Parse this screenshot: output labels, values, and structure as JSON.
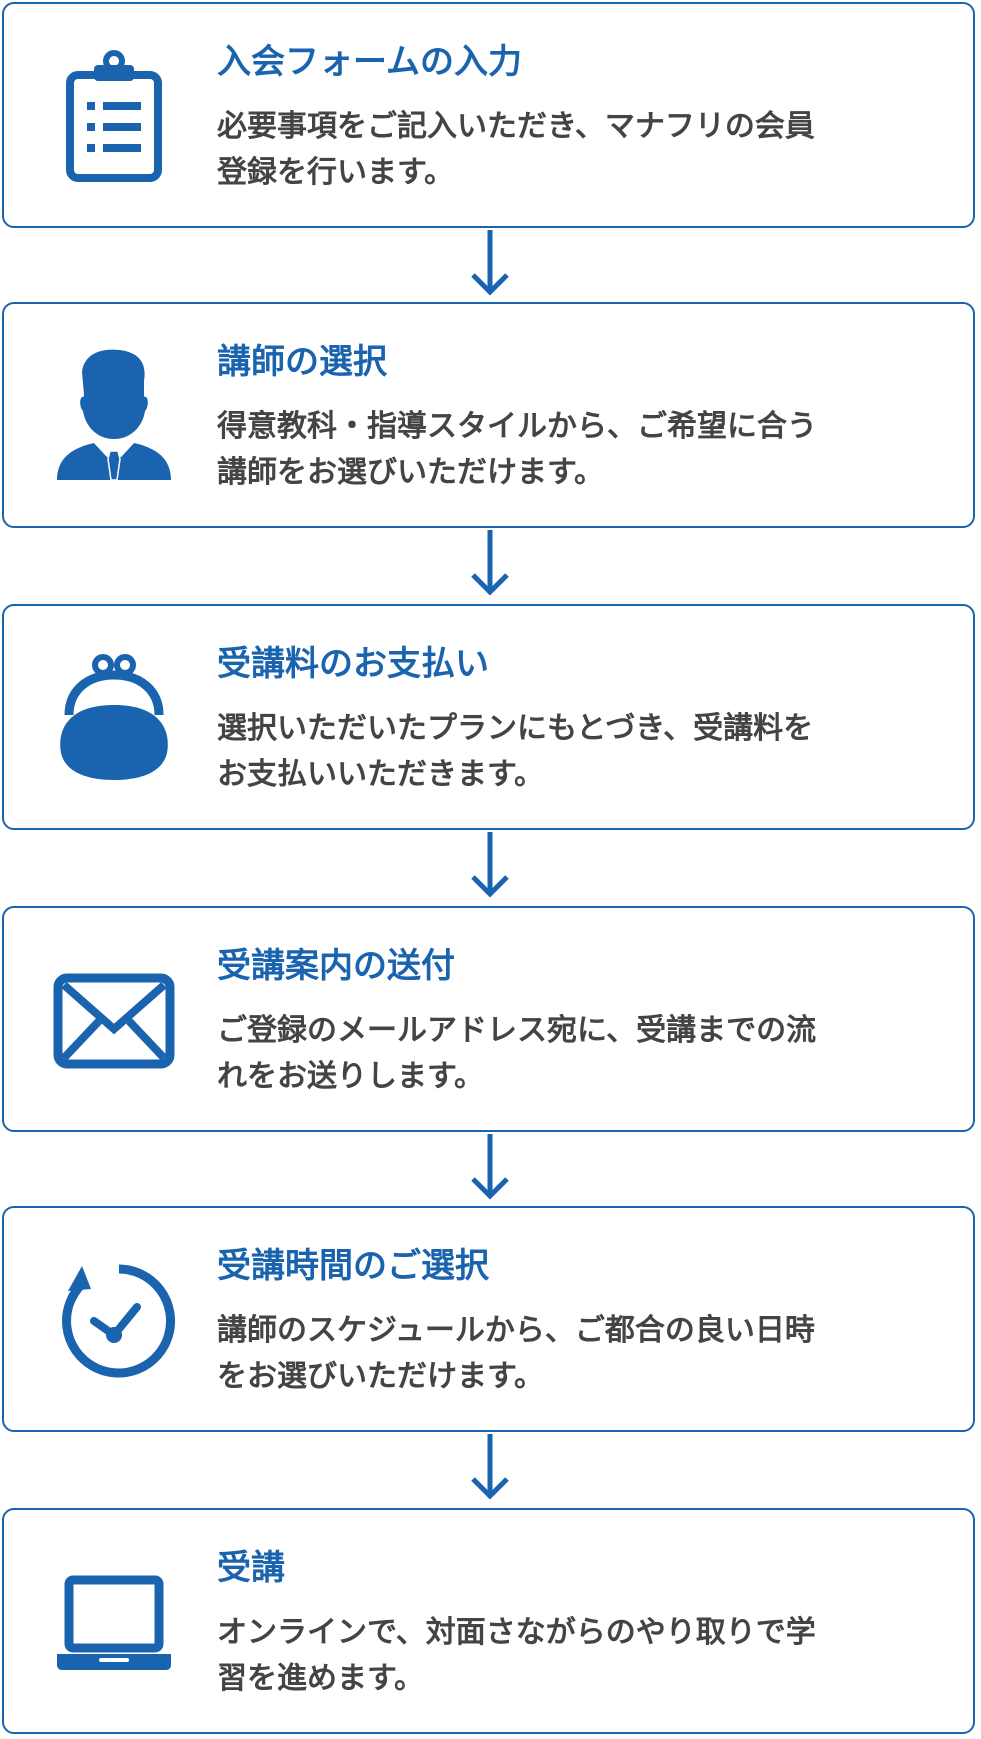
{
  "colors": {
    "accent": "#1a63ae",
    "text": "#444444",
    "background": "#ffffff"
  },
  "steps": [
    {
      "icon": "clipboard-icon",
      "title": "入会フォームの入力",
      "desc_line1": "必要事項をご記入いただき、マナフリの会員",
      "desc_line2": "登録を行います。"
    },
    {
      "icon": "person-icon",
      "title": "講師の選択",
      "desc_line1": "得意教科・指導スタイルから、ご希望に合う",
      "desc_line2": "講師をお選びいただけます。"
    },
    {
      "icon": "coin-purse-icon",
      "title": "受講料のお支払い",
      "desc_line1": "選択いただいたプランにもとづき、受講料を",
      "desc_line2": "お支払いいただきます。"
    },
    {
      "icon": "envelope-icon",
      "title": "受講案内の送付",
      "desc_line1": "ご登録のメールアドレス宛に、受講までの流",
      "desc_line2": "れをお送りします。"
    },
    {
      "icon": "clock-icon",
      "title": "受講時間のご選択",
      "desc_line1": "講師のスケジュールから、ご都合の良い日時",
      "desc_line2": "をお選びいただけます。"
    },
    {
      "icon": "laptop-icon",
      "title": "受講",
      "desc_line1": "オンラインで、対面さながらのやり取りで学",
      "desc_line2": "習を進めます。"
    }
  ]
}
